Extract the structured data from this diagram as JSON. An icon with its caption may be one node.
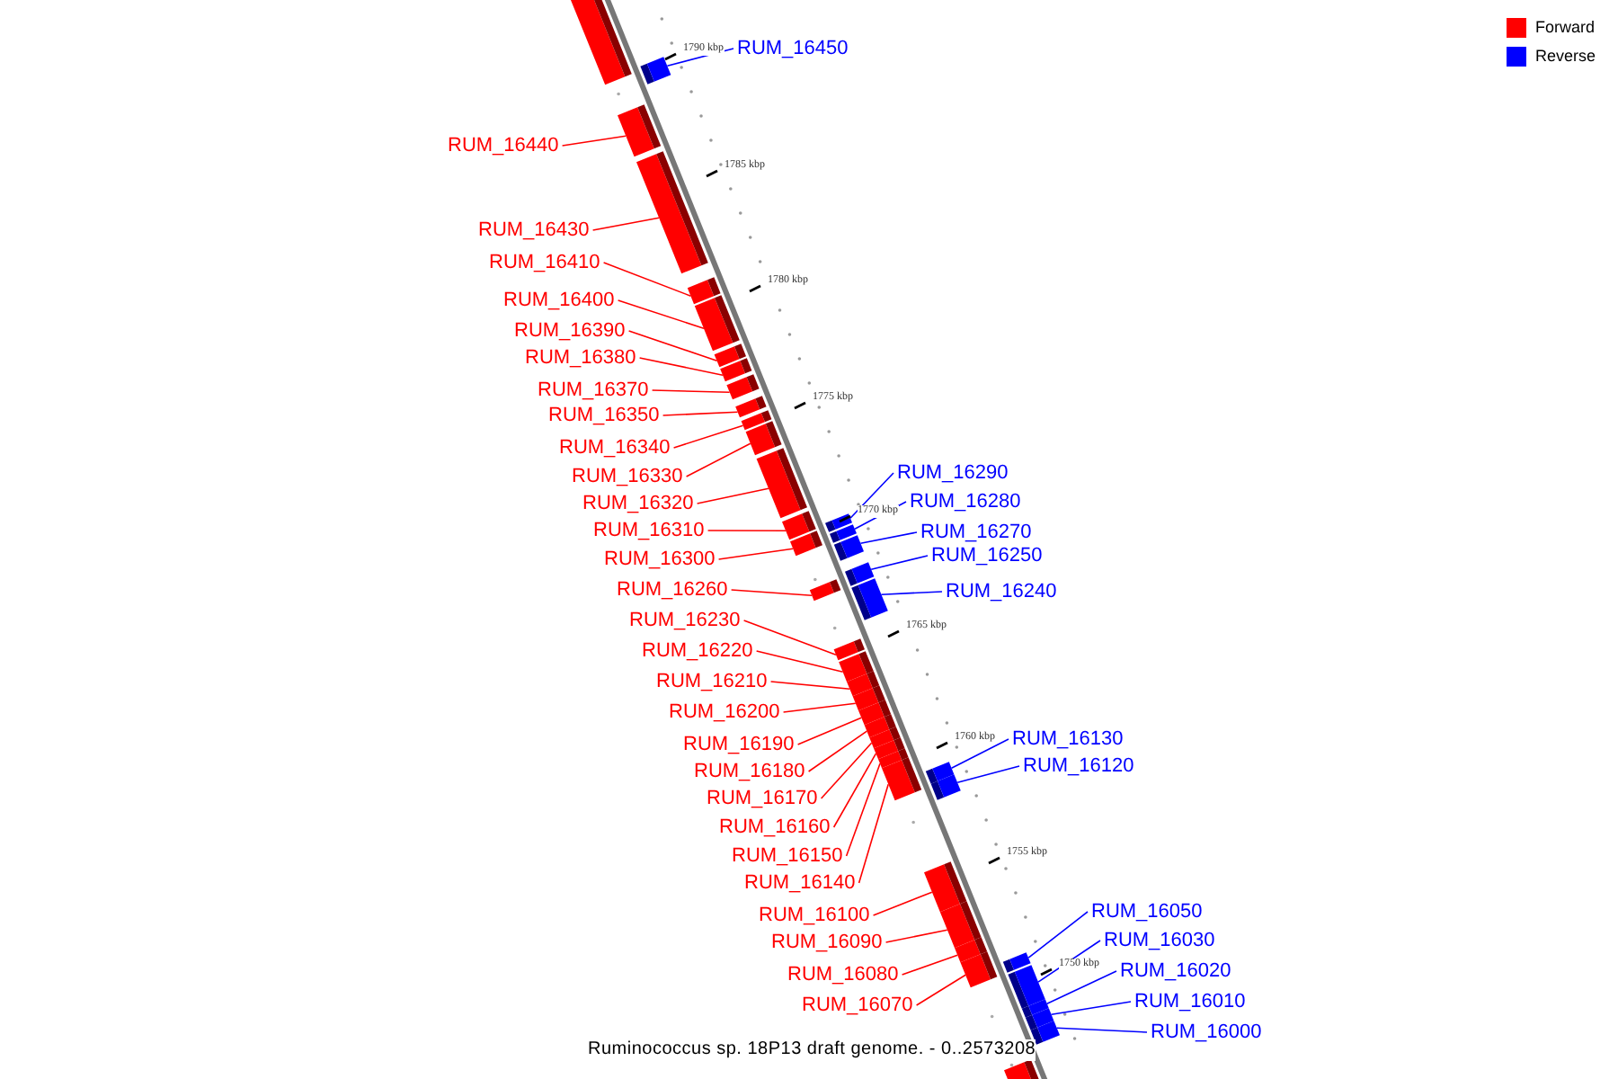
{
  "diagram": {
    "caption": "Ruminococcus sp. 18P13 draft genome. - 0..2573208",
    "nodes": [
      {
        "text": [
          "RUM_16440"
        ]
      },
      {
        "text": [
          "RUM_16430"
        ]
      },
      {
        "text": [
          "RUM_16410"
        ]
      },
      {
        "text": [
          "RUM_16400"
        ]
      },
      {
        "text": [
          "RUM_16390"
        ]
      },
      {
        "text": [
          "RUM_16380"
        ]
      },
      {
        "text": [
          "RUM_16370"
        ]
      },
      {
        "text": [
          "RUM_16350"
        ]
      },
      {
        "text": [
          "RUM_16340"
        ]
      },
      {
        "text": [
          "RUM_16330"
        ]
      },
      {
        "text": [
          "RUM_16320"
        ]
      },
      {
        "text": [
          "RUM_16310"
        ]
      },
      {
        "text": [
          "RUM_16300"
        ]
      },
      {
        "text": [
          "RUM_16260"
        ]
      },
      {
        "text": [
          "RUM_16230"
        ]
      },
      {
        "text": [
          "RUM_16220"
        ]
      },
      {
        "text": [
          "RUM_16210"
        ]
      },
      {
        "text": [
          "RUM_16200"
        ]
      },
      {
        "text": [
          "RUM_16190"
        ]
      },
      {
        "text": [
          "RUM_16180"
        ]
      },
      {
        "text": [
          "RUM_16170"
        ]
      },
      {
        "text": [
          "RUM_16160"
        ]
      },
      {
        "text": [
          "RUM_16150"
        ]
      },
      {
        "text": [
          "RUM_16140"
        ]
      },
      {
        "text": [
          "RUM_16100"
        ]
      },
      {
        "text": [
          "RUM_16090"
        ]
      },
      {
        "text": [
          "RUM_16080"
        ]
      },
      {
        "text": [
          "RUM_16070"
        ]
      },
      {
        "text": [
          "RUM_16450"
        ]
      },
      {
        "text": [
          "RUM_16290"
        ]
      },
      {
        "text": [
          "RUM_16280"
        ]
      },
      {
        "text": [
          "RUM_16270"
        ]
      },
      {
        "text": [
          "RUM_16250"
        ]
      },
      {
        "text": [
          "RUM_16240"
        ]
      },
      {
        "text": [
          "RUM_16130"
        ]
      },
      {
        "text": [
          "RUM_16120"
        ]
      },
      {
        "text": [
          "RUM_16050"
        ]
      },
      {
        "text": [
          "RUM_16030"
        ]
      },
      {
        "text": [
          "RUM_16020"
        ]
      },
      {
        "text": [
          "RUM_16010"
        ]
      },
      {
        "text": [
          "RUM_16000"
        ]
      },
      {
        "text": [],
        "shape": "bar"
      },
      {
        "text": [],
        "shape": "bar"
      },
      {
        "text": [],
        "shape": "bar"
      },
      {
        "text": [],
        "shape": "bar"
      },
      {
        "text": [],
        "shape": "bar"
      },
      {
        "text": [],
        "shape": "bar"
      },
      {
        "text": [],
        "shape": "bar"
      },
      {
        "text": [],
        "shape": "bar"
      },
      {
        "text": [],
        "shape": "bar"
      },
      {
        "text": [],
        "shape": "bar"
      },
      {
        "text": [],
        "shape": "bar"
      },
      {
        "text": [],
        "shape": "bar"
      },
      {
        "text": [],
        "shape": "bar"
      },
      {
        "text": [],
        "shape": "bar"
      },
      {
        "text": [],
        "shape": "bar"
      },
      {
        "text": [],
        "shape": "bar"
      },
      {
        "text": [],
        "shape": "bar"
      },
      {
        "text": [],
        "shape": "bar"
      },
      {
        "text": [],
        "shape": "bar"
      },
      {
        "text": [],
        "shape": "bar"
      },
      {
        "text": [],
        "shape": "bar"
      },
      {
        "text": [],
        "shape": "bar"
      },
      {
        "text": [],
        "shape": "bar"
      },
      {
        "text": [],
        "shape": "bar"
      },
      {
        "text": [],
        "shape": "bar"
      },
      {
        "text": [],
        "shape": "bar"
      },
      {
        "text": [],
        "shape": "bar"
      },
      {
        "text": [],
        "shape": "bar"
      },
      {
        "text": [],
        "shape": "bar"
      },
      {
        "text": [],
        "shape": "bar"
      },
      {
        "text": [],
        "shape": "bar"
      },
      {
        "text": [],
        "shape": "bar"
      },
      {
        "text": [],
        "shape": "bar"
      },
      {
        "text": [],
        "shape": "bar"
      },
      {
        "text": [],
        "shape": "bar"
      },
      {
        "text": [],
        "shape": "bar"
      },
      {
        "text": [],
        "shape": "bar"
      },
      {
        "text": [],
        "shape": "bar"
      },
      {
        "text": [],
        "shape": "bar"
      },
      {
        "text": [],
        "shape": "bar"
      },
      {
        "text": [],
        "shape": "bar"
      },
      {
        "text": [],
        "shape": "bar"
      },
      {
        "text": [],
        "shape": "bar"
      }
    ],
    "edges": [
      {
        "from": 0,
        "to": 43,
        "arrow": "none"
      },
      {
        "from": 1,
        "to": 44,
        "arrow": "none"
      },
      {
        "from": 2,
        "to": 45,
        "arrow": "none"
      },
      {
        "from": 3,
        "to": 46,
        "arrow": "none"
      },
      {
        "from": 4,
        "to": 47,
        "arrow": "none"
      },
      {
        "from": 5,
        "to": 48,
        "arrow": "none"
      },
      {
        "from": 6,
        "to": 49,
        "arrow": "none"
      },
      {
        "from": 7,
        "to": 50,
        "arrow": "none"
      },
      {
        "from": 8,
        "to": 51,
        "arrow": "none"
      },
      {
        "from": 9,
        "to": 52,
        "arrow": "none"
      },
      {
        "from": 10,
        "to": 53,
        "arrow": "none"
      },
      {
        "from": 11,
        "to": 54,
        "arrow": "none"
      },
      {
        "from": 12,
        "to": 56,
        "arrow": "none"
      },
      {
        "from": 13,
        "to": 60,
        "arrow": "none"
      },
      {
        "from": 14,
        "to": 62,
        "arrow": "none"
      },
      {
        "from": 15,
        "to": 63,
        "arrow": "none"
      },
      {
        "from": 16,
        "to": 64,
        "arrow": "none"
      },
      {
        "from": 17,
        "to": 65,
        "arrow": "none"
      },
      {
        "from": 18,
        "to": 66,
        "arrow": "none"
      },
      {
        "from": 19,
        "to": 67,
        "arrow": "none"
      },
      {
        "from": 20,
        "to": 68,
        "arrow": "none"
      },
      {
        "from": 21,
        "to": 69,
        "arrow": "none"
      },
      {
        "from": 22,
        "to": 70,
        "arrow": "none"
      },
      {
        "from": 23,
        "to": 71,
        "arrow": "none"
      },
      {
        "from": 24,
        "to": 74,
        "arrow": "none"
      },
      {
        "from": 25,
        "to": 75,
        "arrow": "none"
      },
      {
        "from": 26,
        "to": 76,
        "arrow": "none"
      },
      {
        "from": 27,
        "to": 77,
        "arrow": "none"
      },
      {
        "from": 28,
        "to": 42,
        "arrow": "none",
        "color": "#0000ff"
      },
      {
        "from": 29,
        "to": 55,
        "arrow": "none",
        "color": "#0000ff"
      },
      {
        "from": 30,
        "to": 57,
        "arrow": "none",
        "color": "#0000ff"
      },
      {
        "from": 31,
        "to": 58,
        "arrow": "none",
        "color": "#0000ff"
      },
      {
        "from": 32,
        "to": 59,
        "arrow": "none",
        "color": "#0000ff"
      },
      {
        "from": 33,
        "to": 61,
        "arrow": "none",
        "color": "#0000ff"
      },
      {
        "from": 34,
        "to": 72,
        "arrow": "none",
        "color": "#0000ff"
      },
      {
        "from": 35,
        "to": 73,
        "arrow": "none",
        "color": "#0000ff"
      },
      {
        "from": 36,
        "to": 78,
        "arrow": "none",
        "color": "#0000ff"
      },
      {
        "from": 37,
        "to": 79,
        "arrow": "none",
        "color": "#0000ff"
      },
      {
        "from": 38,
        "to": 80,
        "arrow": "none",
        "color": "#0000ff"
      },
      {
        "from": 39,
        "to": 81,
        "arrow": "none",
        "color": "#0000ff"
      },
      {
        "from": 40,
        "to": 82,
        "arrow": "none",
        "color": "#0000ff"
      }
    ],
    "labels": [
      "1790 kbp",
      "1785 kbp",
      "1780 kbp",
      "1775 kbp",
      "1770 kbp",
      "1765 kbp",
      "1760 kbp",
      "1755 kbp",
      "1750 kbp"
    ],
    "legend": [
      {
        "text": "Forward",
        "color": "#ff0000"
      },
      {
        "text": "Reverse",
        "color": "#0000ff"
      }
    ]
  }
}
